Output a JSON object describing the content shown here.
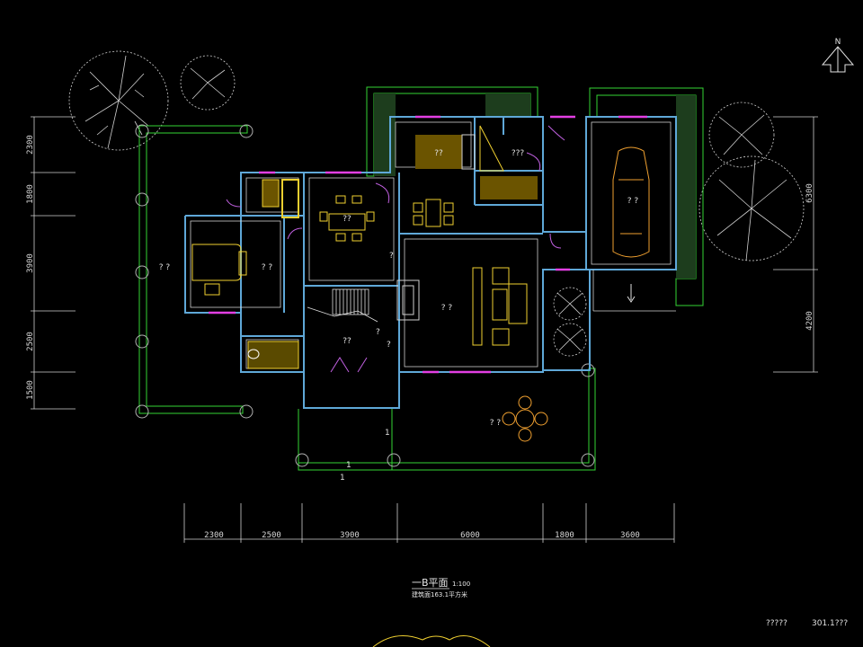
{
  "north": {
    "letter": "N"
  },
  "dims": {
    "bottom": [
      "2300",
      "2500",
      "3900",
      "6000",
      "1800",
      "3600"
    ],
    "left": [
      "2300",
      "1800",
      "3900",
      "2500",
      "1500"
    ],
    "right": [
      "6300",
      "4200"
    ]
  },
  "rooms": {
    "left_terrace": "? ?",
    "bedroom": "? ?",
    "dining": "??",
    "kitchen": "??",
    "laundry": "???",
    "living": "? ?",
    "hall": "??",
    "garage": "? ?",
    "front_terrace": "? ?"
  },
  "marks": {
    "q1": "?",
    "q2": "?",
    "q3": "?",
    "one_a": "1",
    "one_b": "1",
    "one_c": "1"
  },
  "title": {
    "main": "一B平面",
    "scale": "1:100",
    "sub": "建筑面163.1平方米"
  },
  "footer": {
    "label": "?????",
    "value": "301.1???"
  }
}
